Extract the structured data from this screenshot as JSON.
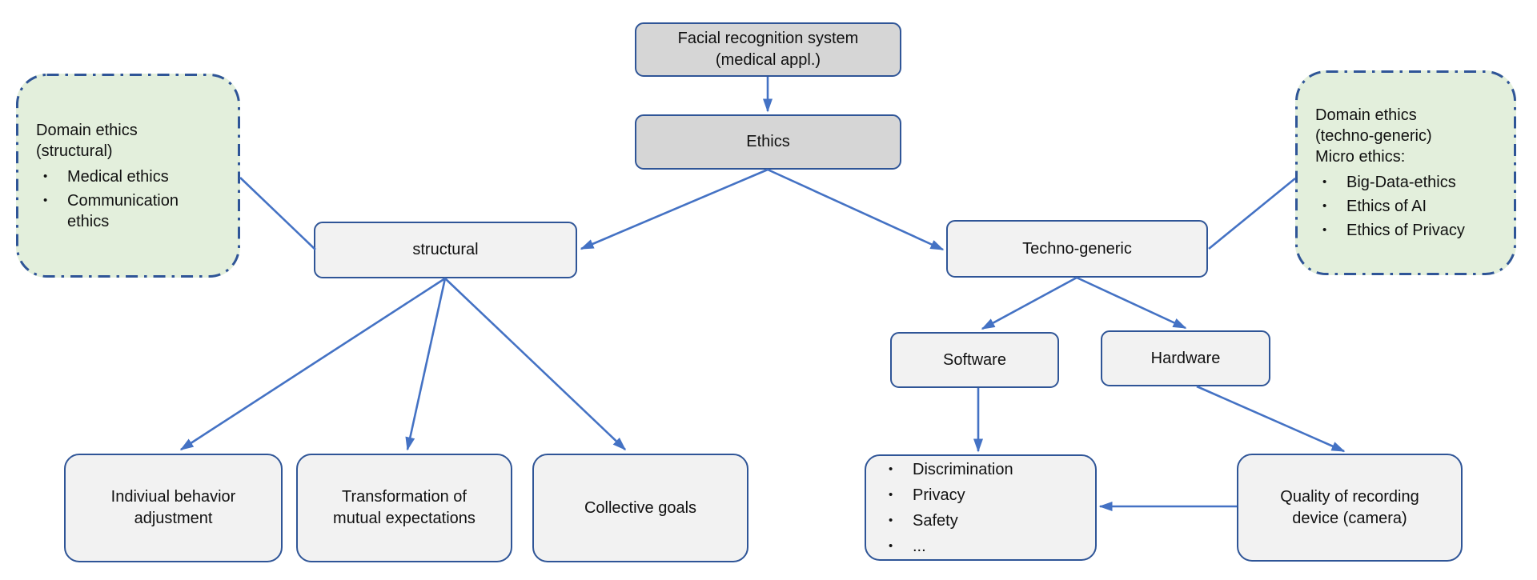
{
  "theme": {
    "connector-color": "#4472C4",
    "border-color": "#2F5597",
    "fill-gray": "#D6D6D6",
    "fill-light": "#F2F2F2",
    "fill-green": "#E3EFDC",
    "text-color": "#111111",
    "bg-color": "#FFFFFF"
  },
  "icons": {
    "bullet": "•"
  },
  "nodes": {
    "root": {
      "lines": [
        "Facial recognition system",
        "(medical appl.)"
      ]
    },
    "ethics": {
      "label": "Ethics"
    },
    "structural": {
      "label": "structural"
    },
    "techno_generic": {
      "label": "Techno-generic"
    },
    "software": {
      "label": "Software"
    },
    "hardware": {
      "label": "Hardware"
    },
    "individual_behavior": {
      "lines": [
        "Indiviual behavior",
        "adjustment"
      ]
    },
    "transformation": {
      "lines": [
        "Transformation of",
        "mutual expectations"
      ]
    },
    "collective_goals": {
      "lines": [
        "Collective goals"
      ]
    },
    "software_issues": {
      "items": [
        "Discrimination",
        "Privacy",
        "Safety",
        "..."
      ]
    },
    "quality": {
      "lines": [
        "Quality of recording",
        "device (camera)"
      ]
    }
  },
  "notes": {
    "left": {
      "title_lines": [
        "Domain ethics",
        "(structural)"
      ],
      "items": [
        "Medical ethics",
        "Communication ethics"
      ]
    },
    "right": {
      "title_lines": [
        "Domain ethics",
        "(techno-generic)",
        "Micro ethics:"
      ],
      "items": [
        "Big-Data-ethics",
        "Ethics of AI",
        "Ethics of Privacy"
      ]
    }
  },
  "edges": [
    {
      "from": "facial-recognition-system",
      "to": "ethics",
      "arrow": true
    },
    {
      "from": "ethics",
      "to": "structural",
      "arrow": true
    },
    {
      "from": "ethics",
      "to": "techno-generic",
      "arrow": true
    },
    {
      "from": "structural",
      "to": "indiviual-behavior-adjustment",
      "arrow": true
    },
    {
      "from": "structural",
      "to": "transformation-of-mutual-expectations",
      "arrow": true
    },
    {
      "from": "structural",
      "to": "collective-goals",
      "arrow": true
    },
    {
      "from": "techno-generic",
      "to": "software",
      "arrow": true
    },
    {
      "from": "techno-generic",
      "to": "hardware",
      "arrow": true
    },
    {
      "from": "software",
      "to": "software-issue-list",
      "arrow": true
    },
    {
      "from": "hardware",
      "to": "quality-of-recording-device",
      "arrow": true
    },
    {
      "from": "quality-of-recording-device",
      "to": "software-issue-list",
      "arrow": true
    },
    {
      "from": "domain-ethics-structural-note",
      "to": "structural",
      "arrow": false
    },
    {
      "from": "domain-ethics-techno-generic-note",
      "to": "techno-generic",
      "arrow": false
    }
  ]
}
